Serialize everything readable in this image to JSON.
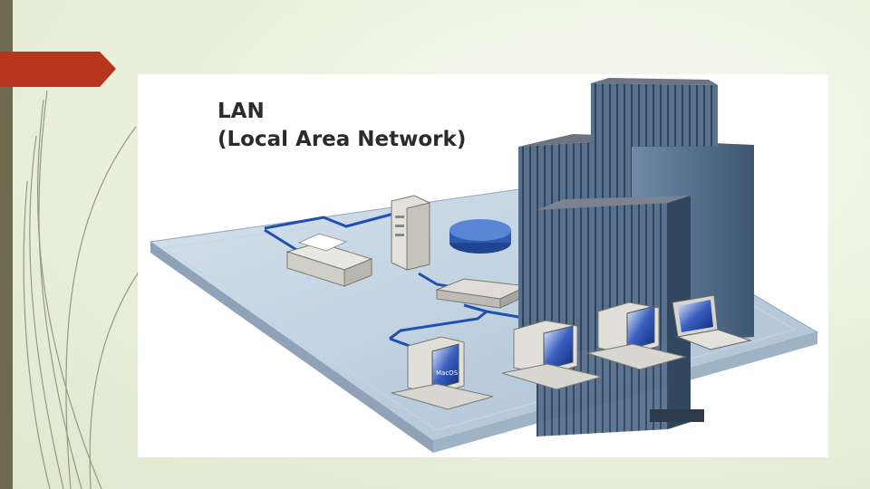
{
  "slide": {
    "diagram": {
      "title_line1": "LAN",
      "title_line2": "(Local Area Network)",
      "computer_screen_text": "MacOS"
    }
  },
  "colors": {
    "background": "#e9efdb",
    "left_bar": "#6f6a4f",
    "accent_arrow": "#b5361d",
    "network_cable": "#1f4fb0",
    "floor": "#b8cbdb",
    "building": "#4f6a86"
  },
  "icons": [
    "printer-icon",
    "server-tower-icon",
    "database-disk-icon",
    "network-hub-icon",
    "desktop-computer-icon",
    "laptop-icon",
    "office-building-icon"
  ]
}
